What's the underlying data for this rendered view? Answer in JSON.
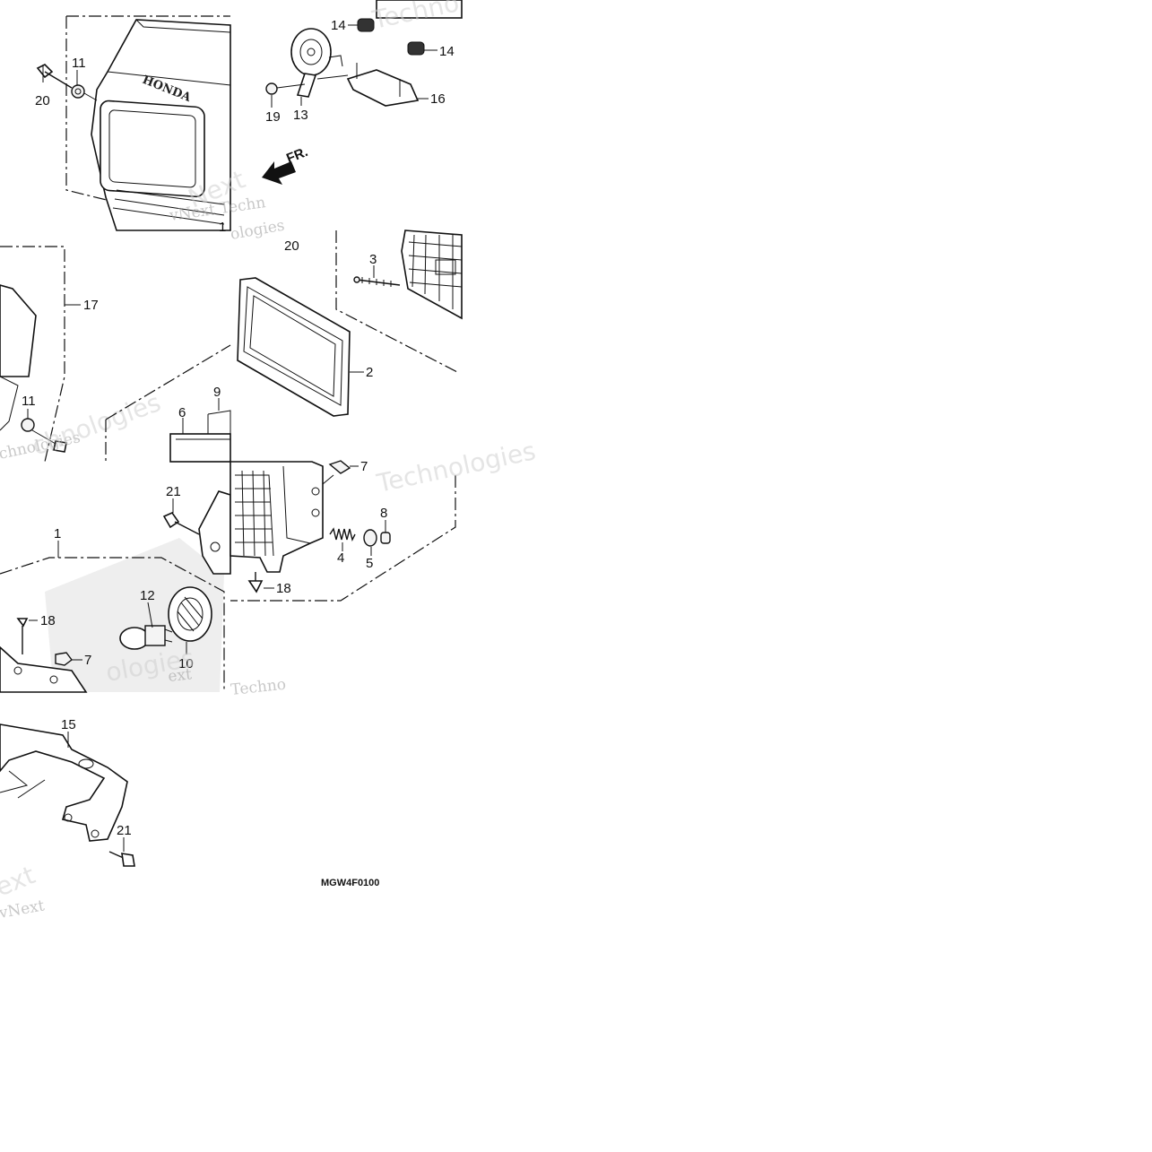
{
  "diagram": {
    "code": "MGW4F0100",
    "brand_text": "HONDA",
    "direction_label": "FR.",
    "watermarks": [
      "Technologies",
      "Techno",
      "vNext Techn",
      "Next",
      "chnologies",
      "vNext Te",
      "ologies",
      "ext",
      "Techno",
      "vNext",
      "ologies",
      "chnologies",
      "ext"
    ],
    "callouts": {
      "c1": "1",
      "c2": "2",
      "c3": "3",
      "c4": "4",
      "c5": "5",
      "c6": "6",
      "c7a": "7",
      "c7b": "7",
      "c8": "8",
      "c9": "9",
      "c10": "10",
      "c11a": "11",
      "c11b": "11",
      "c12": "12",
      "c13": "13",
      "c14a": "14",
      "c14b": "14",
      "c15": "15",
      "c16": "16",
      "c17": "17",
      "c18a": "18",
      "c18b": "18",
      "c19": "19",
      "c20a": "20",
      "c20b": "20",
      "c21a": "21",
      "c21b": "21"
    }
  }
}
